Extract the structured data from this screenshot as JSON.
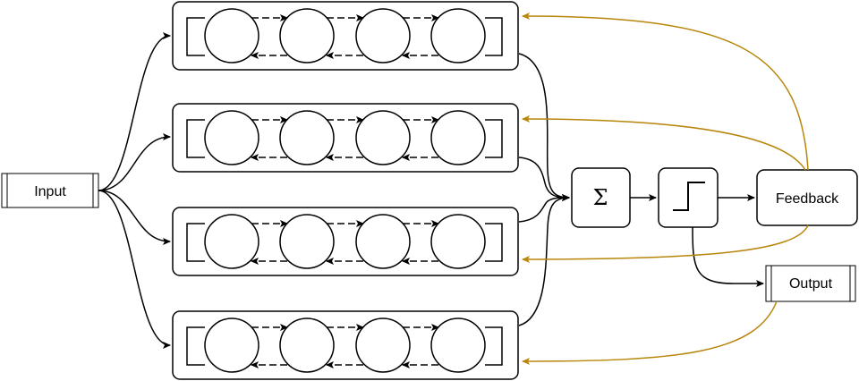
{
  "nodes": {
    "input": {
      "label": "Input"
    },
    "sum": {
      "label": "Σ"
    },
    "threshold": {
      "label": ""
    },
    "feedback": {
      "label": "Feedback"
    },
    "output": {
      "label": "Output"
    }
  },
  "reservoirs": {
    "count": 4,
    "neurons_per_row": 4
  },
  "colors": {
    "stroke": "#000000",
    "feedback_arrow": "#b8860b",
    "background": "#ffffff"
  }
}
